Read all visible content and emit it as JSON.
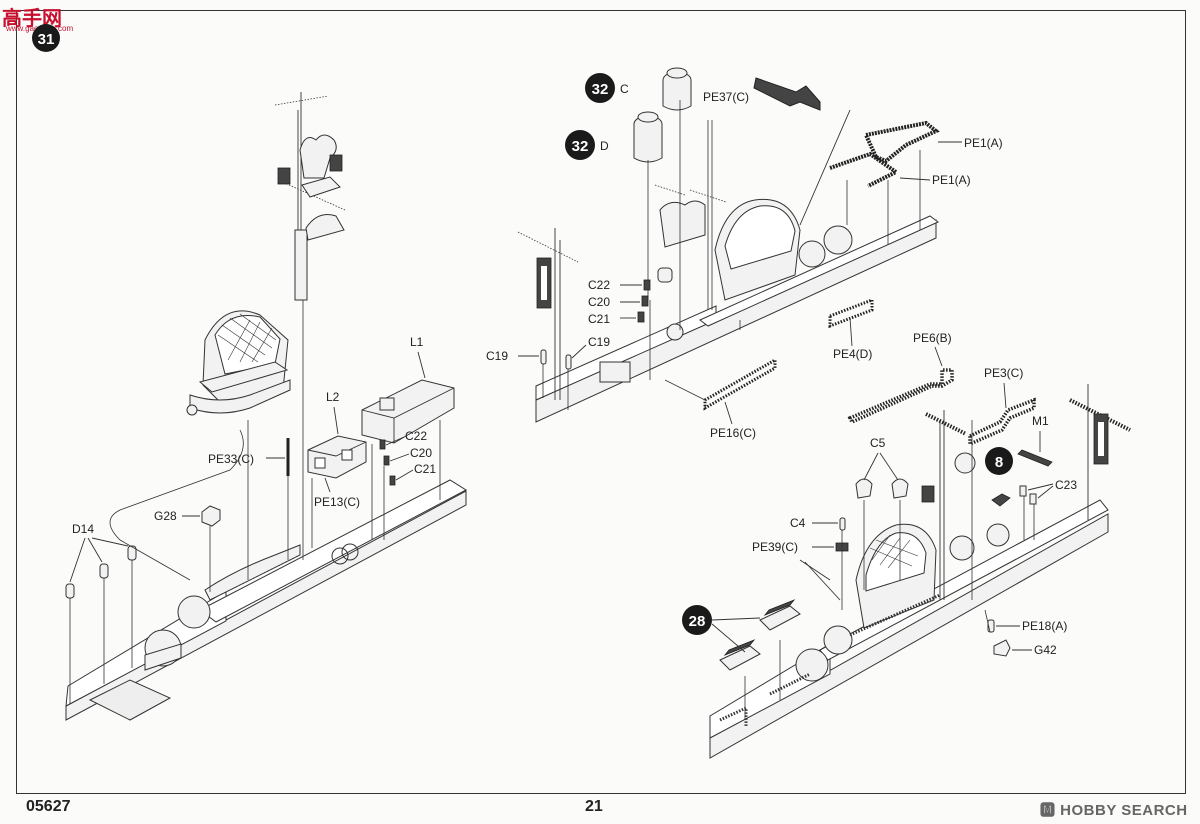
{
  "site_logo": {
    "text": "高手网",
    "url_text": "www.gaoshou.com"
  },
  "watermark": "🅼 HOBBY SEARCH",
  "kit_number": "05627",
  "page_number": "21",
  "steps": {
    "top_left_cut": "31",
    "s32a": "32",
    "s32b": "32",
    "s8": "8",
    "s28": "28"
  },
  "labels": {
    "L1": "L1",
    "L2": "L2",
    "C22_a": "C22",
    "C20_a": "C20",
    "C21_a": "C21",
    "PE33C": "PE33(C)",
    "PE13C": "PE13(C)",
    "G28": "G28",
    "D14": "D14",
    "C_32": "C",
    "D_32": "D",
    "PE37C": "PE37(C)",
    "PE1A_1": "PE1(A)",
    "PE1A_2": "PE1(A)",
    "C22_b": "C22",
    "C20_b": "C20",
    "C21_b": "C21",
    "C19_a": "C19",
    "C19_b": "C19",
    "PE4D": "PE4(D)",
    "PE16C": "PE16(C)",
    "PE6B": "PE6(B)",
    "PE3C": "PE3(C)",
    "M1": "M1",
    "C5": "C5",
    "C23": "C23",
    "C4": "C4",
    "PE39C": "PE39(C)",
    "PE18A": "PE18(A)",
    "G42": "G42"
  },
  "colors": {
    "line": "#333333",
    "paper": "#fbfbfa",
    "logo_red": "#c8102e",
    "step_fill": "#1a1a1a"
  }
}
